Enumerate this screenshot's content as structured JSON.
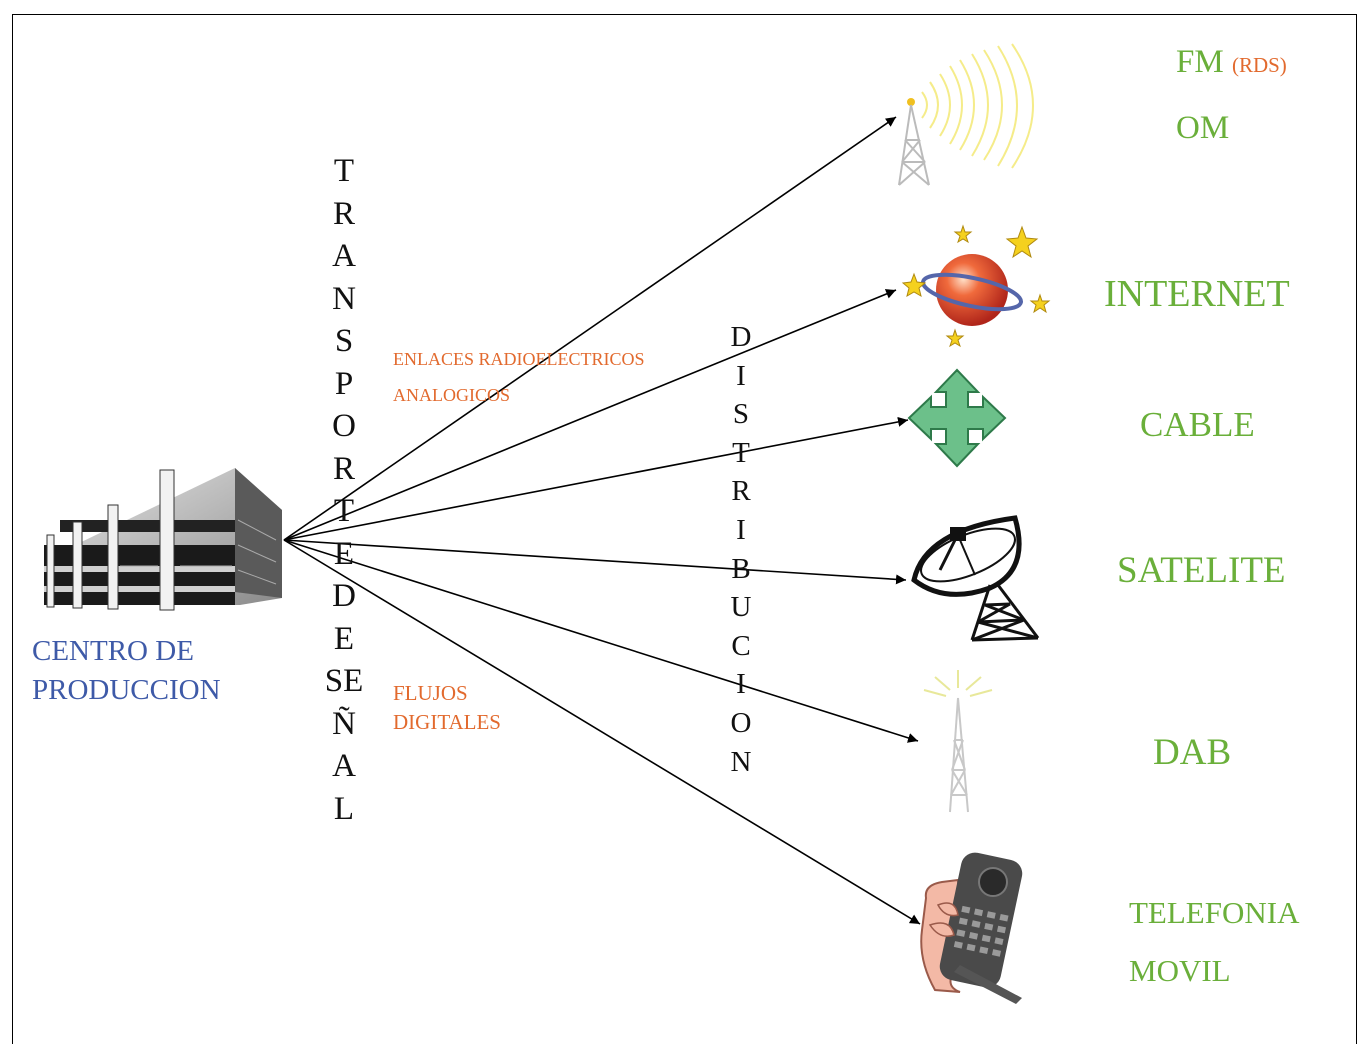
{
  "source_label": [
    "CENTRO DE",
    "PRODUCCION"
  ],
  "transport_letters": [
    "T",
    "R",
    "A",
    "N",
    "S",
    "P",
    "O",
    "R",
    "T",
    "E",
    "D",
    "E",
    "SE",
    "Ñ",
    "A",
    "L"
  ],
  "distribution_letters": [
    "D",
    "I",
    "S",
    "T",
    "R",
    "I",
    "B",
    "U",
    "C",
    "I",
    "O",
    "N"
  ],
  "links": {
    "analog": [
      "ENLACES RADIOELECTRICOS",
      "ANALOGICOS"
    ],
    "digital": [
      "FLUJOS",
      "DIGITALES"
    ]
  },
  "outputs": {
    "fm": "FM",
    "rds": "(RDS)",
    "om": "OM",
    "internet": "INTERNET",
    "cable": "CABLE",
    "satelite": "SATELITE",
    "dab": "DAB",
    "telefonia": [
      "TELEFONIA",
      "MOVIL"
    ]
  },
  "colors": {
    "output_text": "#6aaf3a",
    "link_text": "#e26a2e",
    "source_text": "#3e5aa8"
  },
  "icons": [
    "building-icon",
    "radio-tower-icon",
    "globe-stars-icon",
    "cross-arrows-icon",
    "satellite-dish-icon",
    "dab-antenna-icon",
    "mobile-phone-icon"
  ]
}
